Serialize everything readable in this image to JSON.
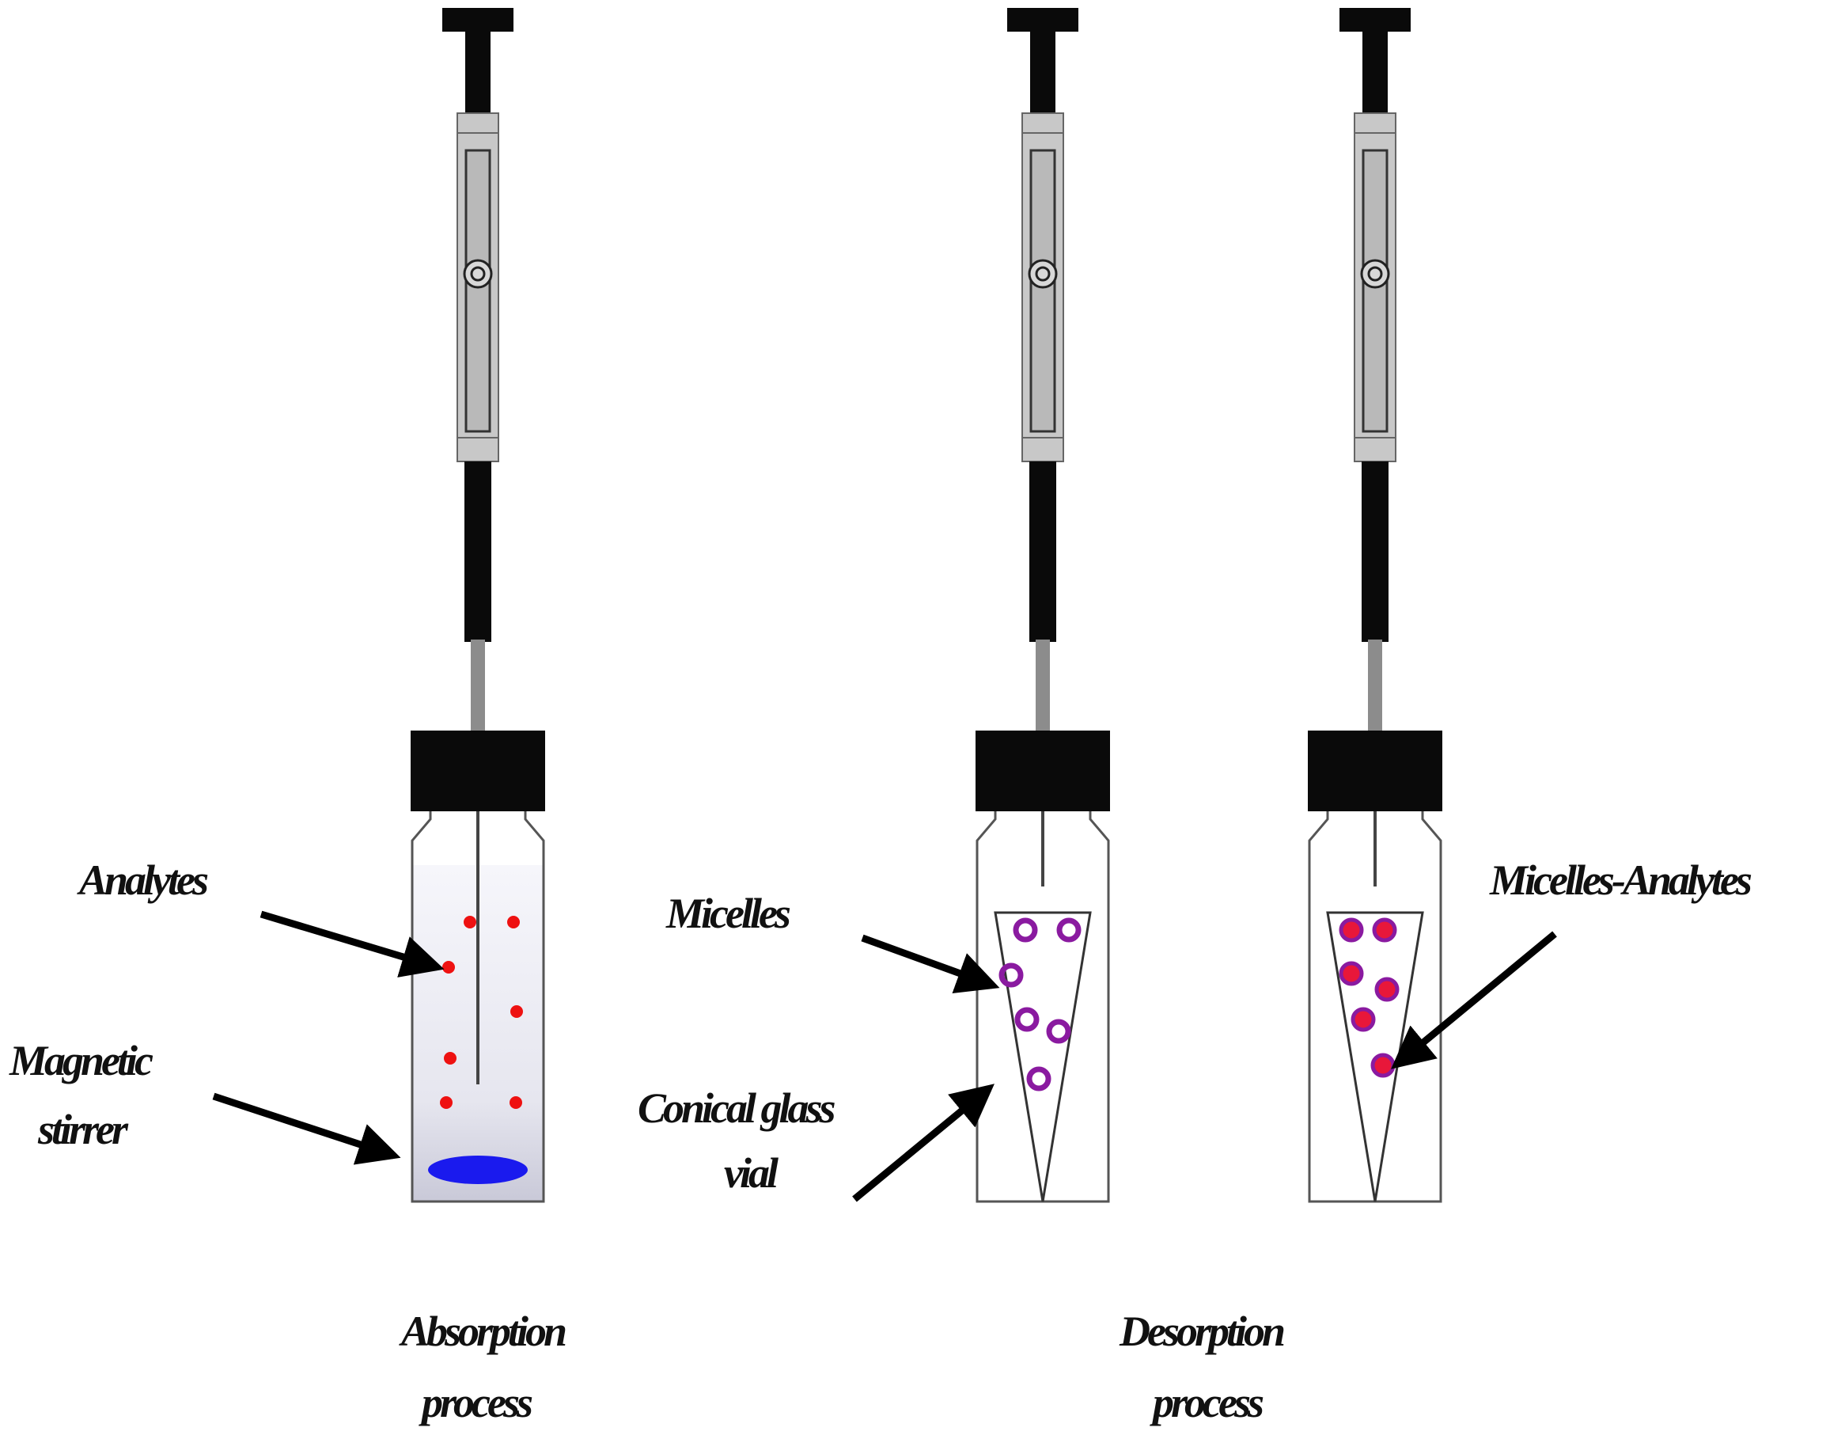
{
  "labels": {
    "analytes": "Analytes",
    "magnetic_stirrer": [
      "Magnetic",
      "stirrer"
    ],
    "micelles": "Micelles",
    "conical_glass_vial": [
      "Conical glass",
      "vial"
    ],
    "micelles_analytes": "Micelles-Analytes",
    "absorption_process": [
      "Absorption",
      "process"
    ],
    "desorption_process": [
      "Desorption",
      "process"
    ]
  },
  "colors": {
    "analyte_dot": "#ee1111",
    "micelle_ring": "#8a1aa0",
    "micelle_analyte_fill": "#e8173a",
    "stirrer": "#1a1aee",
    "syringe_black": "#0a0a0a",
    "syringe_grey": "#c8c8c8",
    "needle": "#8c8c8c"
  },
  "icons": {
    "syringe": "syringe-icon",
    "vial": "vial-icon",
    "arrow": "arrow-icon"
  }
}
